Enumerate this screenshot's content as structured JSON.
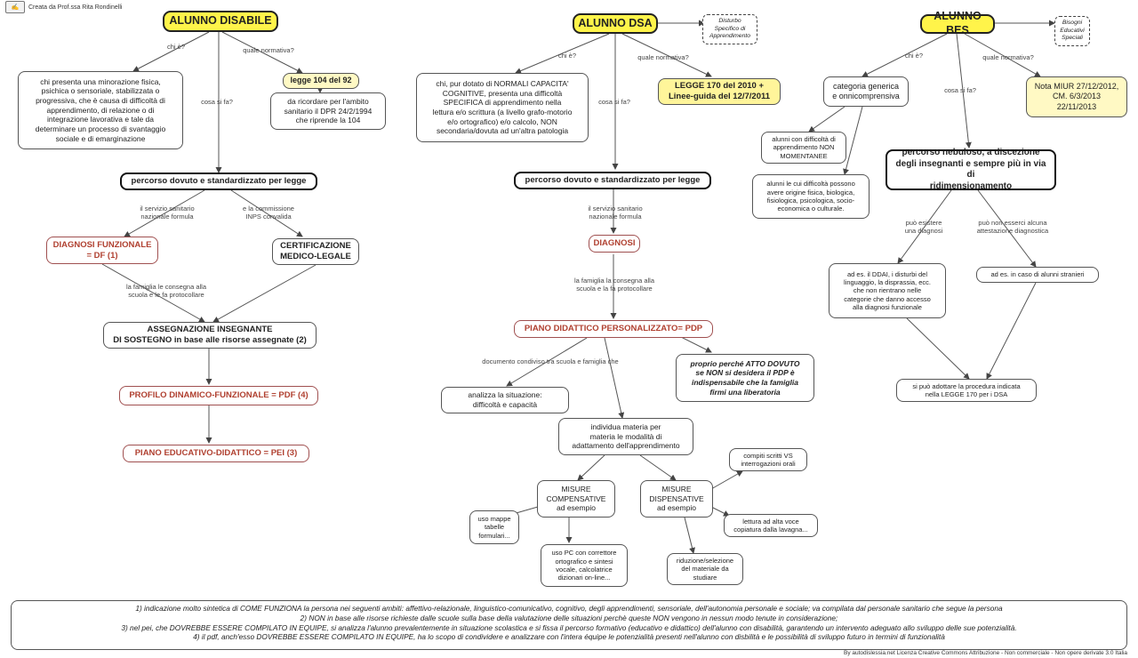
{
  "header": {
    "author": "Creata da Prof.ssa Rita Rondinelli"
  },
  "disabile": {
    "title": "ALUNNO DISABILE",
    "chi_label": "chi è?",
    "normativa_label": "quale normativa?",
    "cosa_label": "cosa si fa?",
    "chi_text": "chi presenta una minorazione fisica,\npsichica o sensoriale, stabilizzata o\nprogressiva, che è causa di difficoltà di\napprendimento, di relazione o di\nintegrazione lavorativa e tale da\ndeterminare un processo di svantaggio\nsociale e di emarginazione",
    "legge": "legge 104 del 92",
    "dpr": "da ricordare per l'ambito\nsanitario il DPR 24/2/1994\nche riprende la 104",
    "percorso": "percorso dovuto e standardizzato per legge",
    "servizio_label": "il servizio sanitario\nnazionale formula",
    "inps_label": "e la commissione\nINPS convalida",
    "diagnosi": "DIAGNOSI FUNZIONALE\n= DF (1)",
    "certificazione": "CERTIFICAZIONE\nMEDICO-LEGALE",
    "famiglia_label": "la famiglia le consegna alla\nscuola e le fa protocollare",
    "assegnazione": "ASSEGNAZIONE INSEGNANTE\nDI SOSTEGNO in base alle risorse assegnate (2)",
    "pdf": "PROFILO DINAMICO-FUNZIONALE = PDF (4)",
    "pei": "PIANO EDUCATIVO-DIDATTICO = PEI (3)"
  },
  "dsa": {
    "title": "ALUNNO DSA",
    "note": "Disturbo\nSpecifico di\nApprendimento",
    "chi_label": "chi è?",
    "normativa_label": "quale normativa?",
    "cosa_label": "cosa si fa?",
    "chi_text": "chi, pur dotato di NORMALI CAPACITA'\nCOGNITIVE, presenta una difficoltà\nSPECIFICA  di apprendimento nella\nlettura e/o scrittura (a livello grafo-motorio\ne/o ortografico) e/o calcolo, NON\nsecondaria/dovuta ad un'altra patologia",
    "legge": "LEGGE 170 del 2010 +\nLinee-guida del 12/7/2011",
    "percorso": "percorso dovuto e standardizzato per legge",
    "servizio_label": "il servizio sanitario\nnazionale formula",
    "diagnosi": "DIAGNOSI",
    "famiglia_label": "la famiglia la consegna alla\nscuola e la fa protocollare",
    "pdp": "PIANO DIDATTICO PERSONALIZZATO= PDP",
    "documento_label": "documento condiviso tra scuola e famiglia che",
    "atto": "proprio perché ATTO DOVUTO\nse NON si desidera il PDP è\nindispensabile che la famiglia\nfirmi una liberatoria",
    "analizza": "analizza la situazione:\ndifficoltà e capacità",
    "individua": "individua materia per\nmateria le modalità di\nadattamento dell'apprendimento",
    "compensative": "MISURE\nCOMPENSATIVE\nad esempio",
    "dispensative": "MISURE\nDISPENSATIVE\nad esempio",
    "compiti": "compiti scritti VS\ninterrogazioni orali",
    "mappe": "uso mappe\ntabelle\nformulari...",
    "pc": "uso PC con correttore\nortografico e sintesi\nvocale, calcolatrice\ndizionari on-line...",
    "lettura": "lettura ad alta voce\ncopiatura dalla lavagna...",
    "riduzione": "riduzione/selezione\ndel materiale da\nstudiare"
  },
  "bes": {
    "title": "ALUNNO BES",
    "note": "Bisogni\nEducativi\nSpeciali",
    "chi_label": "chi è?",
    "normativa_label": "quale normativa?",
    "cosa_label": "cosa si fa?",
    "categoria": "categoria generica\ne onnicomprensiva",
    "nota": "Nota MIUR 27/12/2012,\nCM. 6/3/2013\n22/11/2013",
    "alunni_diff": "alunni con difficoltà di\napprendimento NON\nMOMENTANEE",
    "alunni_origine": "alunni le cui difficoltà possono\navere origine fisica, biologica,\nfisiologica, psicologica, socio-\neconomica o culturale.",
    "percorso": "percorso nebuloso, a discezione\ndegli insegnanti e sempre più in via di\nridimensionamento",
    "puo_label": "può esistere\nuna diagnosi",
    "puo_non_label": "può non esserci alcuna\nattestazione diagnostica",
    "ddai": "ad es. il DDAI, i disturbi del\nlinguaggio, la disprassia, ecc.\nche non rientrano nelle\ncategorie che danno accesso\nalla diagnosi funzionale",
    "stranieri": "ad es. in caso di alunni stranieri",
    "adottare": "si può adottare la procedura indicata\nnella LEGGE 170 per i DSA"
  },
  "footer": {
    "line1": "1) indicazione molto sintetica di COME FUNZIONA la persona nei seguenti ambiti: affettivo-relazionale, linguistico-comunicativo, cognitivo, degli apprendimenti, sensoriale, dell'autonomia personale e sociale; va compilata dal personale sanitario che segue la persona",
    "line2": "2) NON in base alle risorse richieste dalle scuole sulla base della valutazione delle situazioni perchè queste NON vengono in nessun modo tenute in considerazione;",
    "line3": "3)  nel pei, che DOVREBBE ESSERE COMPILATO IN EQUIPE, si analizza l'alunno prevalentemente in situazione scolastica e si fissa il percorso formativo (educativo e didattico) dell'alunno con disabilità, garantendo un intervento adeguato allo sviluppo delle sue potenzialità.",
    "line4": "4)  il pdf, anch'esso DOVREBBE ESSERE COMPILATO IN EQUIPE, ha lo scopo di condividere e analizzare con l'intera équipe le potenzialità presenti nell'alunno con disbilità e le possibilità di sviluppo futuro in termini di funzionalità",
    "credit": "By autodislessia.net Licenza Creative Commons Attribuzione - Non commerciale - Non opere derivate 3.0 Italia"
  }
}
